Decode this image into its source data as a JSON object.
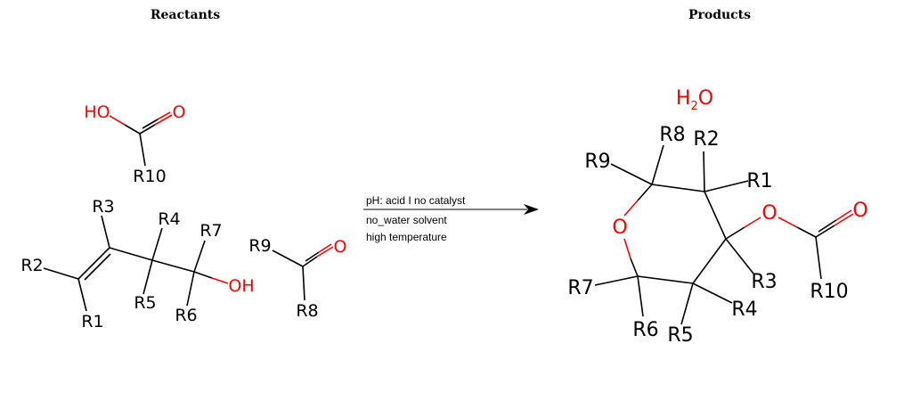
{
  "headers": {
    "reactants": "Reactants",
    "products": "Products"
  },
  "colors": {
    "bond": "#000000",
    "heteroatom": "#ff0000"
  },
  "conditions": {
    "line1": "pH: acid I no catalyst",
    "line2": "no_water solvent",
    "line3": "high temperature"
  },
  "reactants": {
    "acid": {
      "hydroxyl": "HO",
      "carbonyl_o": "O",
      "substituent": "R10"
    },
    "alcohol": {
      "r1": "R1",
      "r2": "R2",
      "r3": "R3",
      "r4": "R4",
      "r5": "R5",
      "r6": "R6",
      "r7": "R7",
      "hydroxyl": "OH"
    },
    "carbonyl": {
      "r8": "R8",
      "r9": "R9",
      "oxygen": "O"
    }
  },
  "products": {
    "water": {
      "h": "H",
      "sub": "2",
      "o": "O"
    },
    "pyran": {
      "ring_o": "O",
      "ester_o": "O",
      "carbonyl_o": "O",
      "r1": "R1",
      "r2": "R2",
      "r3": "R3",
      "r4": "R4",
      "r5": "R5",
      "r6": "R6",
      "r7": "R7",
      "r8": "R8",
      "r9": "R9",
      "r10": "R10"
    }
  }
}
